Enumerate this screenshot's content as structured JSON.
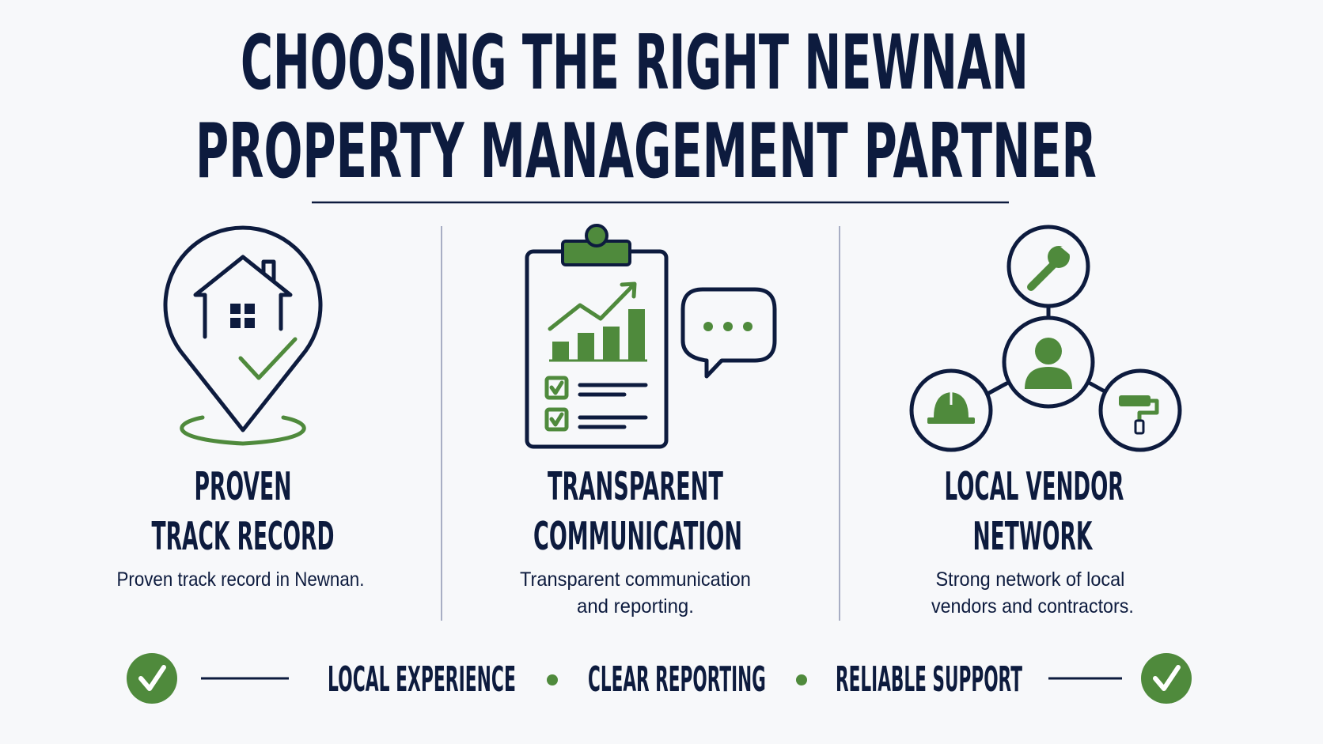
{
  "title": {
    "line1": "CHOOSING THE RIGHT NEWNAN",
    "line2": "PROPERTY MANAGEMENT PARTNER"
  },
  "columns": [
    {
      "heading1": "PROVEN",
      "heading2": "TRACK RECORD",
      "desc1": "Proven track record in Newnan.",
      "desc2": "",
      "icon": "location-pin-house-check-icon"
    },
    {
      "heading1": "TRANSPARENT",
      "heading2": "COMMUNICATION",
      "desc1": "Transparent communication",
      "desc2": "and reporting.",
      "icon": "clipboard-chart-speech-bubble-icon"
    },
    {
      "heading1": "LOCAL VENDOR",
      "heading2": "NETWORK",
      "desc1": "Strong network of local",
      "desc2": "vendors and contractors.",
      "icon": "vendor-network-icon"
    }
  ],
  "footer": {
    "items": [
      "LOCAL EXPERIENCE",
      "CLEAR REPORTING",
      "RELIABLE SUPPORT"
    ],
    "icon": "check-circle-icon"
  },
  "colors": {
    "navy": "#0d1b3e",
    "green": "#4f8a3c",
    "background": "#f7f8fa",
    "divider": "#a8aec4"
  }
}
